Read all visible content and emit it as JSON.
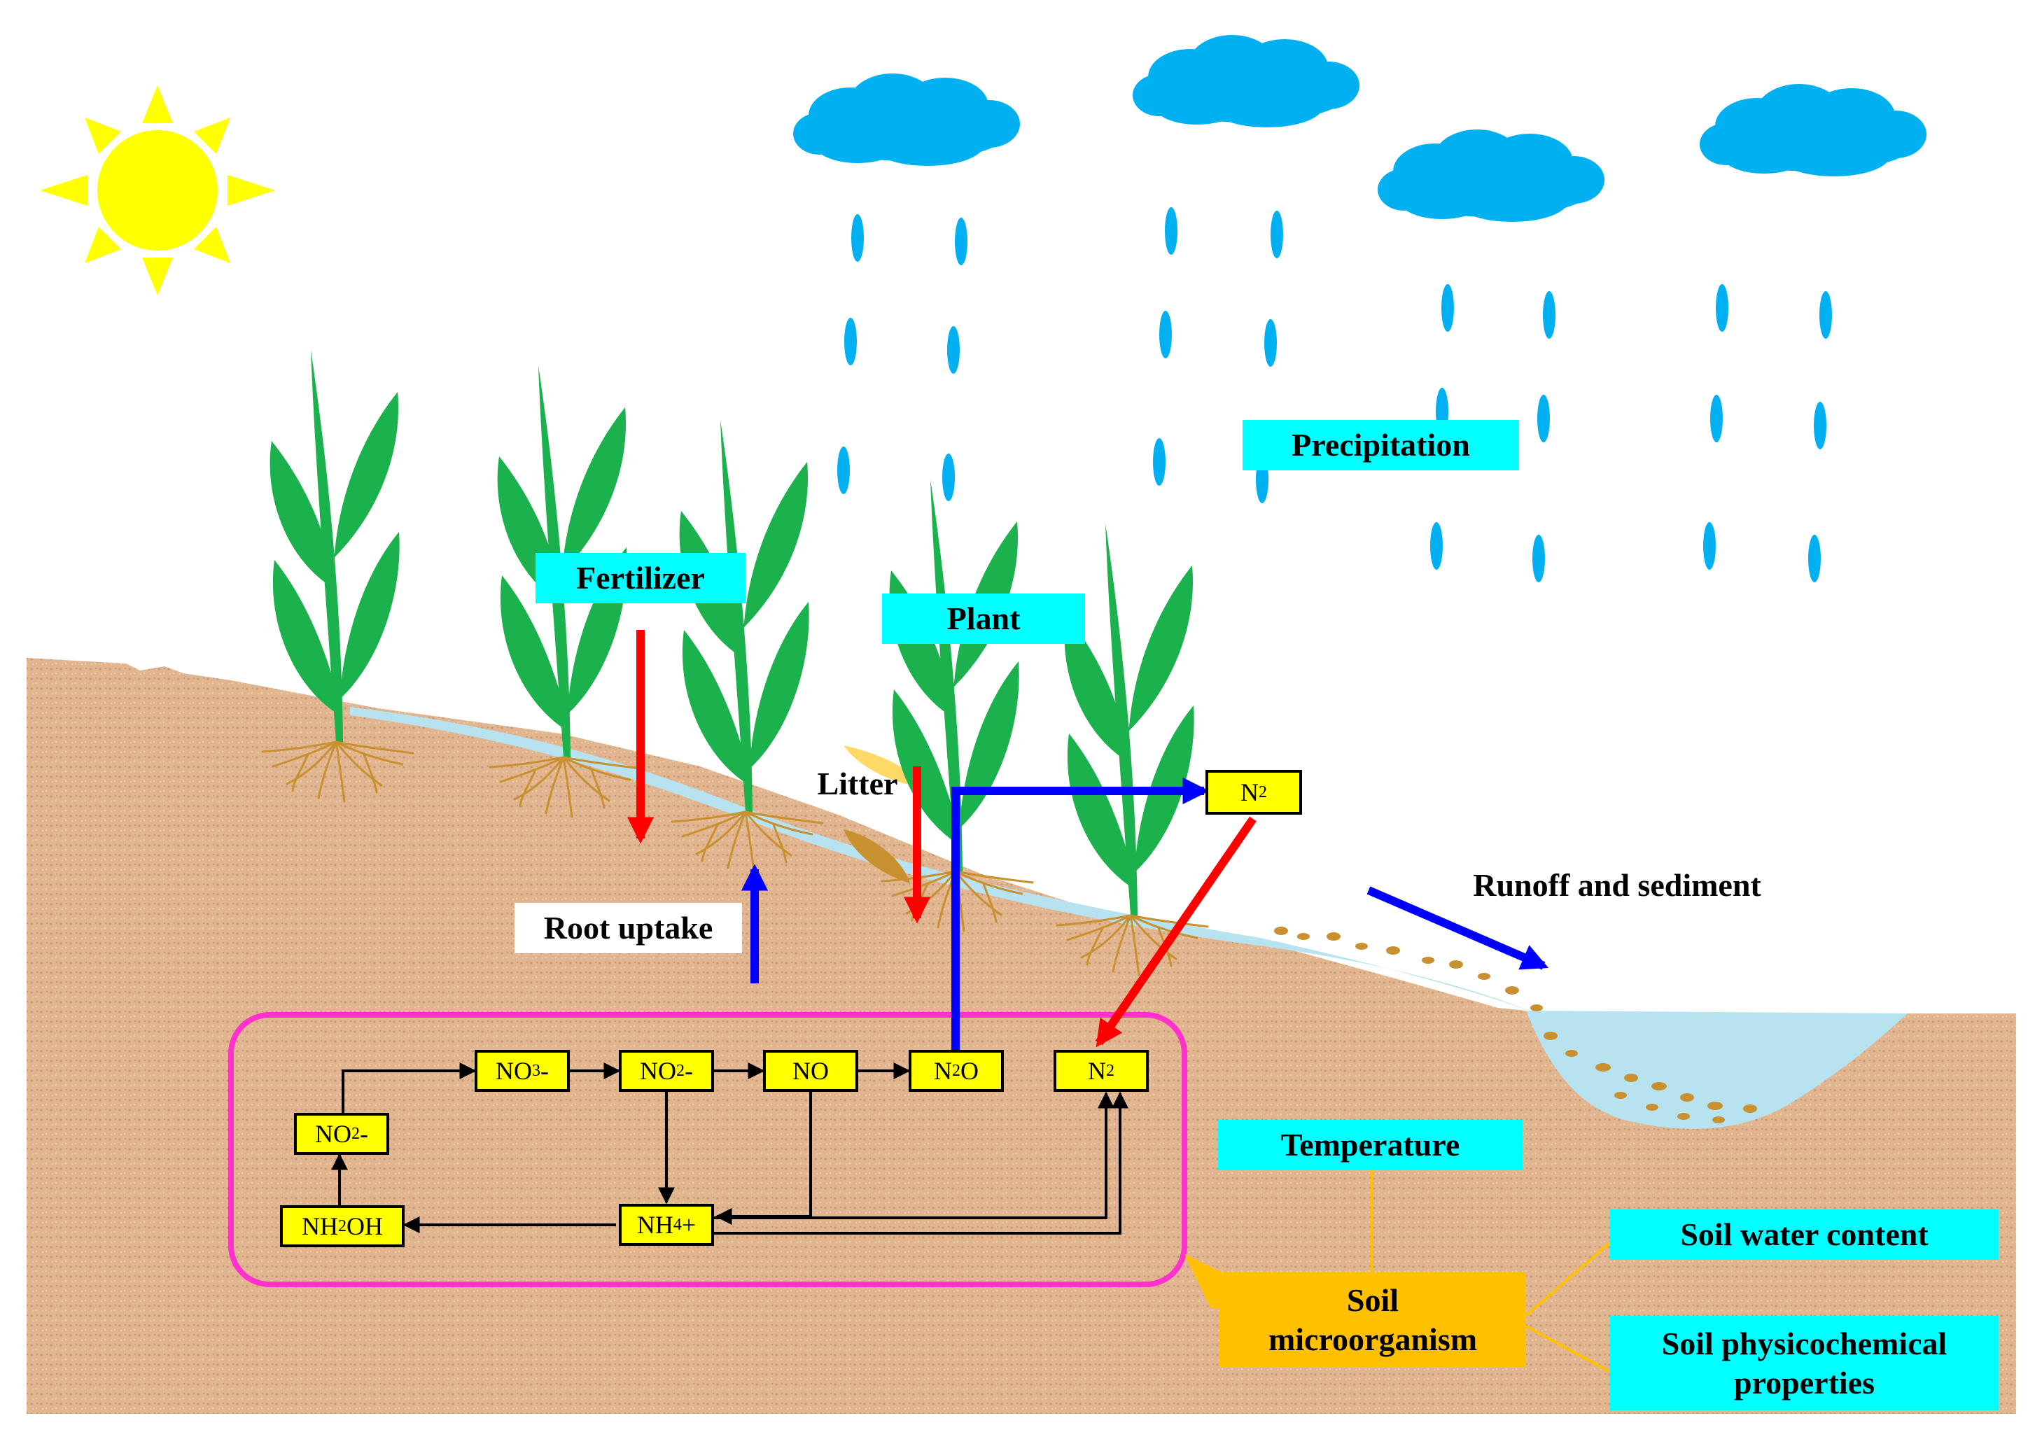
{
  "labels": {
    "precipitation": "Precipitation",
    "fertilizer": "Fertilizer",
    "plant": "Plant",
    "litter": "Litter",
    "root_uptake": "Root uptake",
    "runoff": "Runoff and sediment",
    "temperature": "Temperature",
    "soil_water": "Soil water content",
    "soil_physico": "Soil physicochemical properties",
    "soil_micro": "Soil microorganism"
  },
  "chemicals": {
    "n2_top": {
      "main": "N",
      "sub": "2",
      "tail": ""
    },
    "no3": {
      "main": "NO",
      "sub": "3",
      "tail": "-"
    },
    "no2_mid": {
      "main": "NO",
      "sub": "2",
      "tail": "-"
    },
    "no": {
      "main": "NO",
      "sub": "",
      "tail": ""
    },
    "n2o": {
      "main": "N",
      "sub": "2",
      "tail": "O"
    },
    "n2_box": {
      "main": "N",
      "sub": "2",
      "tail": ""
    },
    "no2_left": {
      "main": "NO",
      "sub": "2",
      "tail": "-"
    },
    "nh2oh": {
      "main": "NH",
      "sub": "2",
      "tail": "OH"
    },
    "nh4": {
      "main": "NH",
      "sub": "4",
      "tail": "+"
    }
  },
  "colors": {
    "soil": "#e0b48e",
    "water": "#b7e2f0",
    "cloud": "#00b0f0",
    "raindrop": "#00b0f0",
    "sun": "#ffff00",
    "leaf": "#1bb14c",
    "root": "#c8902e",
    "nitrogen_box": "#ff33cc",
    "label_cyan": "#00ffff",
    "label_orange": "#ffc000",
    "arrow_red": "#ff0000",
    "arrow_blue": "#0000ff"
  }
}
